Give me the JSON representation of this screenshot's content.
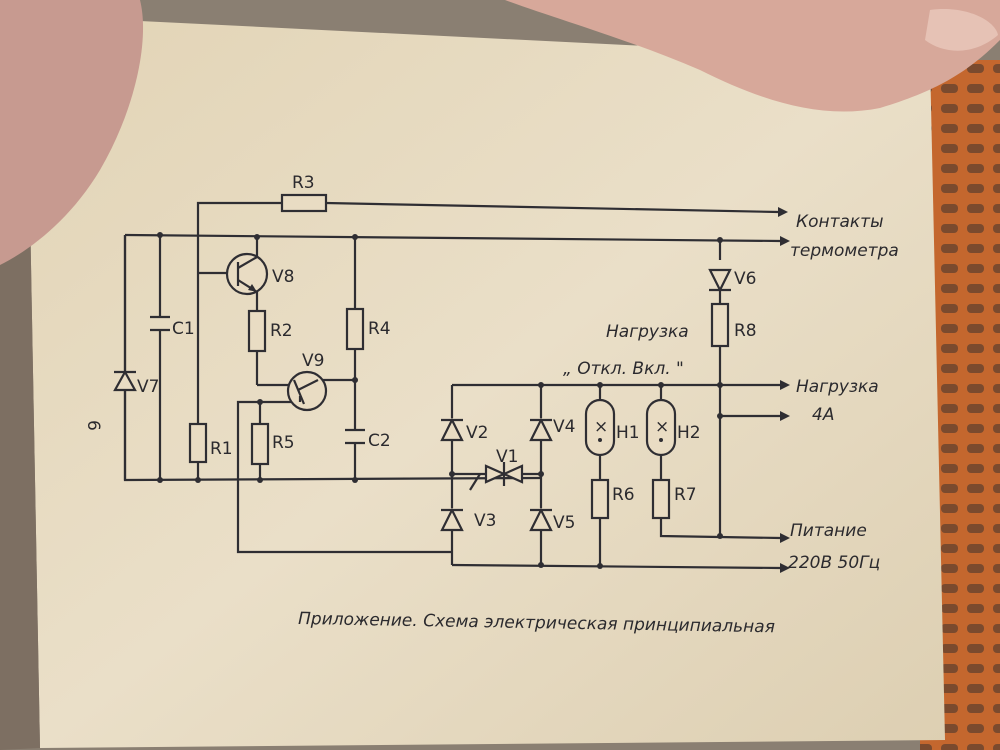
{
  "components": {
    "r3": "R3",
    "c1": "C1",
    "v7": "V7",
    "v8": "V8",
    "r2": "R2",
    "r4": "R4",
    "v9": "V9",
    "r1": "R1",
    "r5": "R5",
    "c2": "C2",
    "v2": "V2",
    "v3": "V3",
    "v1": "V1",
    "v4": "V4",
    "v5": "V5",
    "h1": "H1",
    "h2": "H2",
    "r6": "R6",
    "r7": "R7",
    "v6": "V6",
    "r8": "R8"
  },
  "terminals": {
    "contacts_line1": "Контакты",
    "contacts_line2": "термометра",
    "load_line1": "Нагрузка",
    "load_line2": "4А",
    "power_line1": "Питание",
    "power_line2": "220В 50Гц"
  },
  "indicator_header": {
    "title": "Нагрузка",
    "states": "„ Откл. Вкл. \""
  },
  "caption": "Приложение. Схема электрическая принципиальная",
  "page_number": "6"
}
